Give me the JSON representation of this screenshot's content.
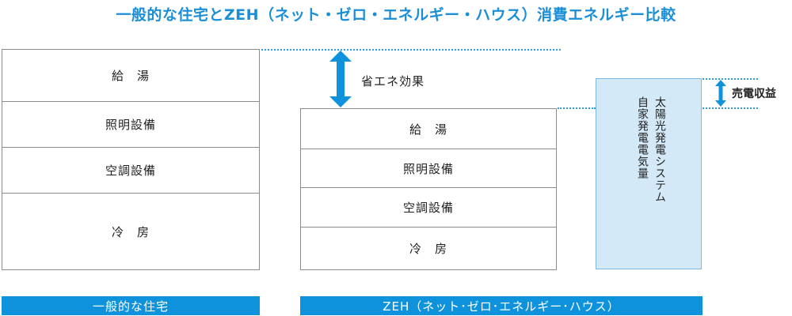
{
  "title": "一般的な住宅とZEH（ネット・ゼロ・エネルギー・ハウス）消費エネルギー比較",
  "general_house": {
    "label": "一般的な住宅",
    "items": [
      "給　湯",
      "照明設備",
      "空調設備",
      "冷　房"
    ]
  },
  "zeh_house": {
    "label": "ZEH（ネット･ゼロ･エネルギー･ハウス）",
    "items": [
      "給　湯",
      "照明設備",
      "空調設備",
      "冷　房"
    ]
  },
  "energy_saving_label": "省エネ効果",
  "solar": {
    "line1": "太陽光発電システム",
    "line2": "自家発電電気量"
  },
  "sales_income_label": "売電収益",
  "colors": {
    "accent": "#0e92dc",
    "title": "#1a8fd8",
    "solar_fill": "#d3e9f8"
  }
}
